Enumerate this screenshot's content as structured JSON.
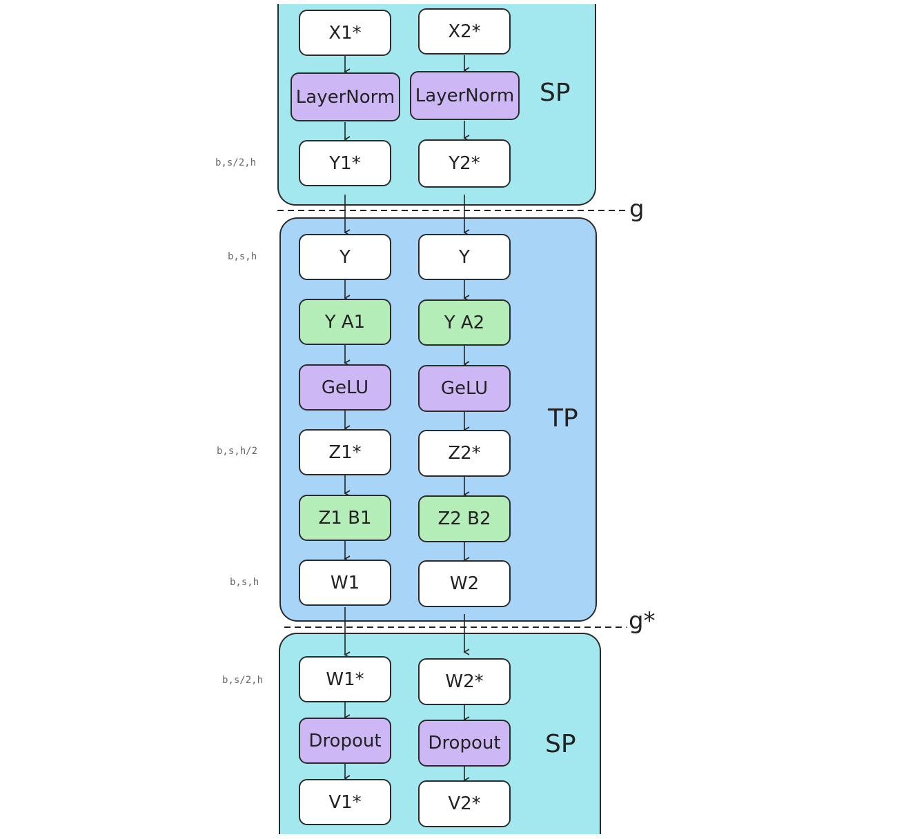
{
  "regions": {
    "sp_top": "SP",
    "tp": "TP",
    "sp_bottom": "SP"
  },
  "ops": {
    "g": "g",
    "g_star": "g*"
  },
  "dims": {
    "d1": "b,s/2,h",
    "d2": "b,s,h",
    "d3": "b,s,h/2",
    "d4": "b,s,h",
    "d5": "b,s/2,h"
  },
  "nodes": {
    "x1": "X1*",
    "x2": "X2*",
    "ln1": "LayerNorm",
    "ln2": "LayerNorm",
    "y1s": "Y1*",
    "y2s": "Y2*",
    "y_a": "Y",
    "y_b": "Y",
    "ya1": "Y A1",
    "ya2": "Y A2",
    "gelu1": "GeLU",
    "gelu2": "GeLU",
    "z1s": "Z1*",
    "z2s": "Z2*",
    "z1b1": "Z1 B1",
    "z2b2": "Z2 B2",
    "w1": "W1",
    "w2": "W2",
    "w1s": "W1*",
    "w2s": "W2*",
    "do1": "Dropout",
    "do2": "Dropout",
    "v1s": "V1*",
    "v2s": "V2*"
  },
  "colors": {
    "sp": "#a3e8ef",
    "tp": "#a7d4f7",
    "data_node": "#ffffff",
    "op_node": "#cdb7f5",
    "matmul_node": "#b5edb8"
  }
}
